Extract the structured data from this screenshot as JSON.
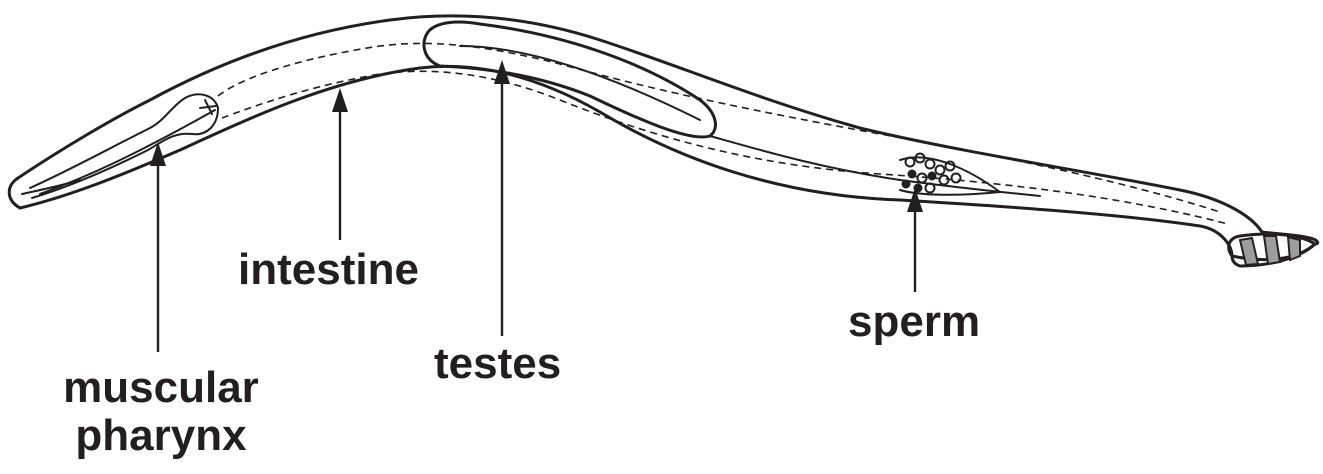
{
  "diagram": {
    "labels": {
      "muscular_pharynx_line1": "muscular",
      "muscular_pharynx_line2": "pharynx",
      "intestine": "intestine",
      "testes": "testes",
      "sperm": "sperm"
    },
    "colors": {
      "ink": "#231f20",
      "tail_shading": "#9d9d9d",
      "background": "#ffffff"
    }
  }
}
